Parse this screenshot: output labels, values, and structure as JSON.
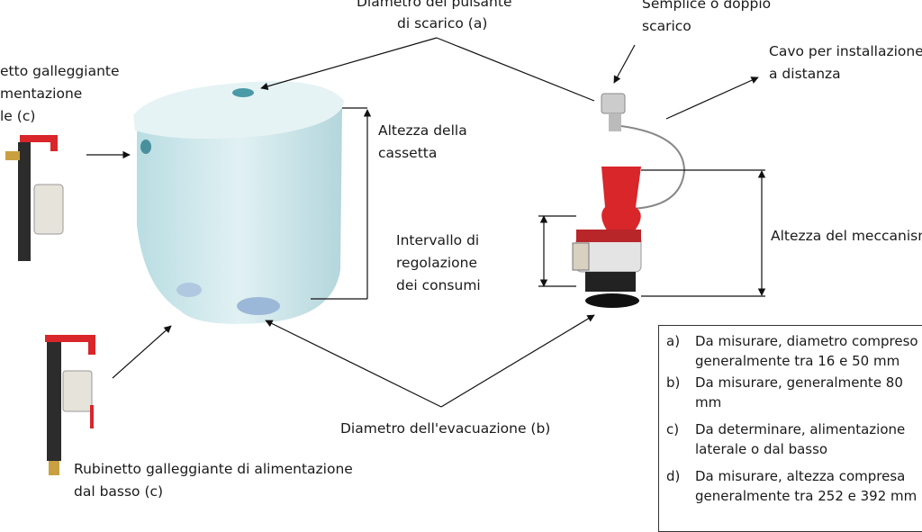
{
  "labels": {
    "pulsante_1": "Diametro del pulsante",
    "pulsante_2": "di scarico (a)",
    "scarico_1": "Semplice o doppio",
    "scarico_2": "scarico",
    "cavo_1": "Cavo per installazione",
    "cavo_2": "a distanza",
    "laterale_1": "etto galleggiante",
    "laterale_2": "mentazione",
    "laterale_3": "le (c)",
    "altezza_cassetta_1": "Altezza della",
    "altezza_cassetta_2": "cassetta",
    "intervallo_1": "Intervallo di",
    "intervallo_2": "regolazione",
    "intervallo_3": "dei consumi",
    "altezza_meccanismo": "Altezza del meccanismo",
    "evacuazione": "Diametro dell'evacuazione (b)",
    "basso_1": "Rubinetto galleggiante di alimentazione",
    "basso_2": "dal basso (c)"
  },
  "legend": [
    {
      "key": "a)",
      "line1": "Da misurare, diametro compreso",
      "line2": "generalmente tra 16 e 50 mm"
    },
    {
      "key": "b)",
      "line1": "Da misurare, generalmente 80",
      "line2": "mm"
    },
    {
      "key": "c)",
      "line1": "Da determinare, alimentazione",
      "line2": "laterale o dal basso"
    },
    {
      "key": "d)",
      "line1": "Da misurare, altezza compresa",
      "line2": "generalmente tra 252 e 392 mm"
    }
  ],
  "colors": {
    "tank": "#cfe6ea",
    "valve_red": "#d8262a",
    "text": "#1a1a1a"
  }
}
